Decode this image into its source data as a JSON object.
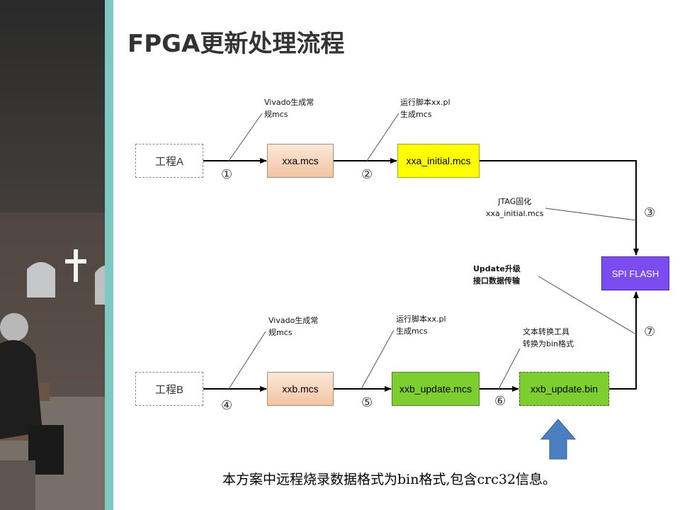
{
  "title": "FPGA更新处理流程",
  "nodes": {
    "project_a": "工程A",
    "xxa_mcs": "xxa.mcs",
    "xxa_initial_mcs": "xxa_initial.mcs",
    "spi_flash": "SPI FLASH",
    "project_b": "工程B",
    "xxb_mcs": "xxb.mcs",
    "xxb_update_mcs": "xxb_update.mcs",
    "xxb_update_bin": "xxb_update.bin"
  },
  "annotations": {
    "a1_line1": "Vivado生成常",
    "a1_line2": "规mcs",
    "a2_line1": "运行脚本xx.pl",
    "a2_line2": "生成mcs",
    "a3_line1": "JTAG固化",
    "a3_line2": "xxa_initial.mcs",
    "b1_line1": "Vivado生成常",
    "b1_line2": "规mcs",
    "b2_line1": "运行脚本xx.pl",
    "b2_line2": "生成mcs",
    "b3_line1": "文本转换工具",
    "b3_line2": "转换为bin格式",
    "up_line1": "Update升级",
    "up_line2": "接口数据传输"
  },
  "steps": {
    "s1": "①",
    "s2": "②",
    "s3": "③",
    "s4": "④",
    "s5": "⑤",
    "s6": "⑥",
    "s7": "⑦"
  },
  "note": "本方案中远程烧录数据格式为bin格式,包含crc32信息。",
  "colors": {
    "accent_stripe": "#7ec8c4",
    "arrow_up": "#4a7fc1",
    "title": "#333333"
  }
}
